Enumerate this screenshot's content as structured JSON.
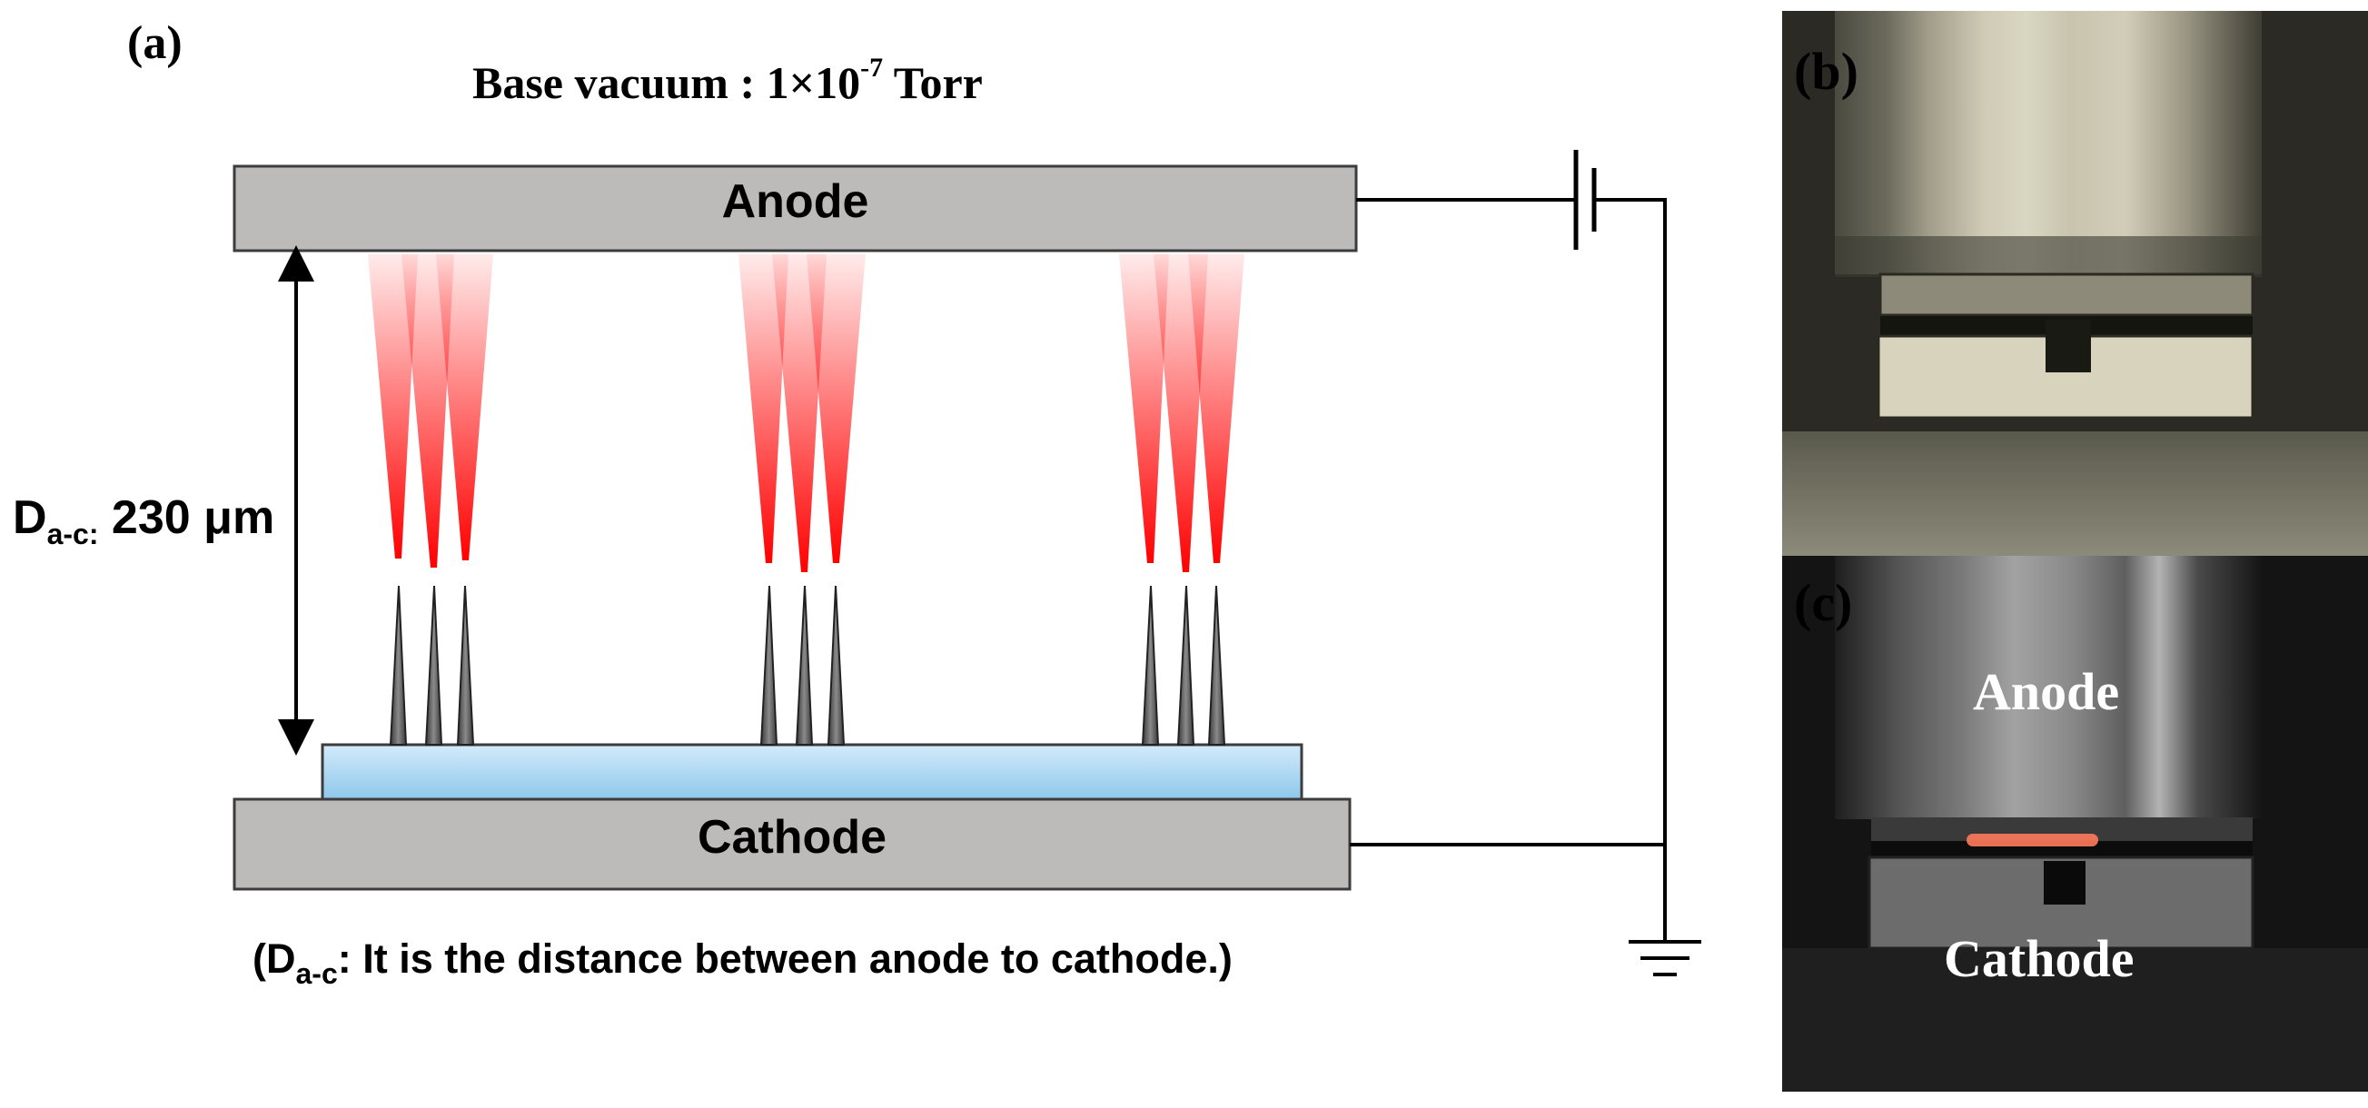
{
  "panel_labels": {
    "a": "(a)",
    "b": "(b)",
    "c": "(c)"
  },
  "vacuum": {
    "prefix": "Base vacuum : 1×10",
    "exponent": "-7",
    "suffix": " Torr"
  },
  "electrodes": {
    "anode": "Anode",
    "cathode": "Cathode"
  },
  "distance": {
    "main": "D",
    "sub": "a-c:",
    "value": " 230 μm"
  },
  "caption": {
    "open": "(D",
    "sub": "a-c",
    "text": ": It is the distance between anode to cathode.)"
  },
  "photos": {
    "anode": "Anode",
    "cathode": "Cathode"
  },
  "colors": {
    "electrode_fill": "#bdbaba",
    "substrate_fill": "#a8d4ef",
    "beam_color": "#ff0000",
    "emitter_fill": "#6e6e6e"
  }
}
